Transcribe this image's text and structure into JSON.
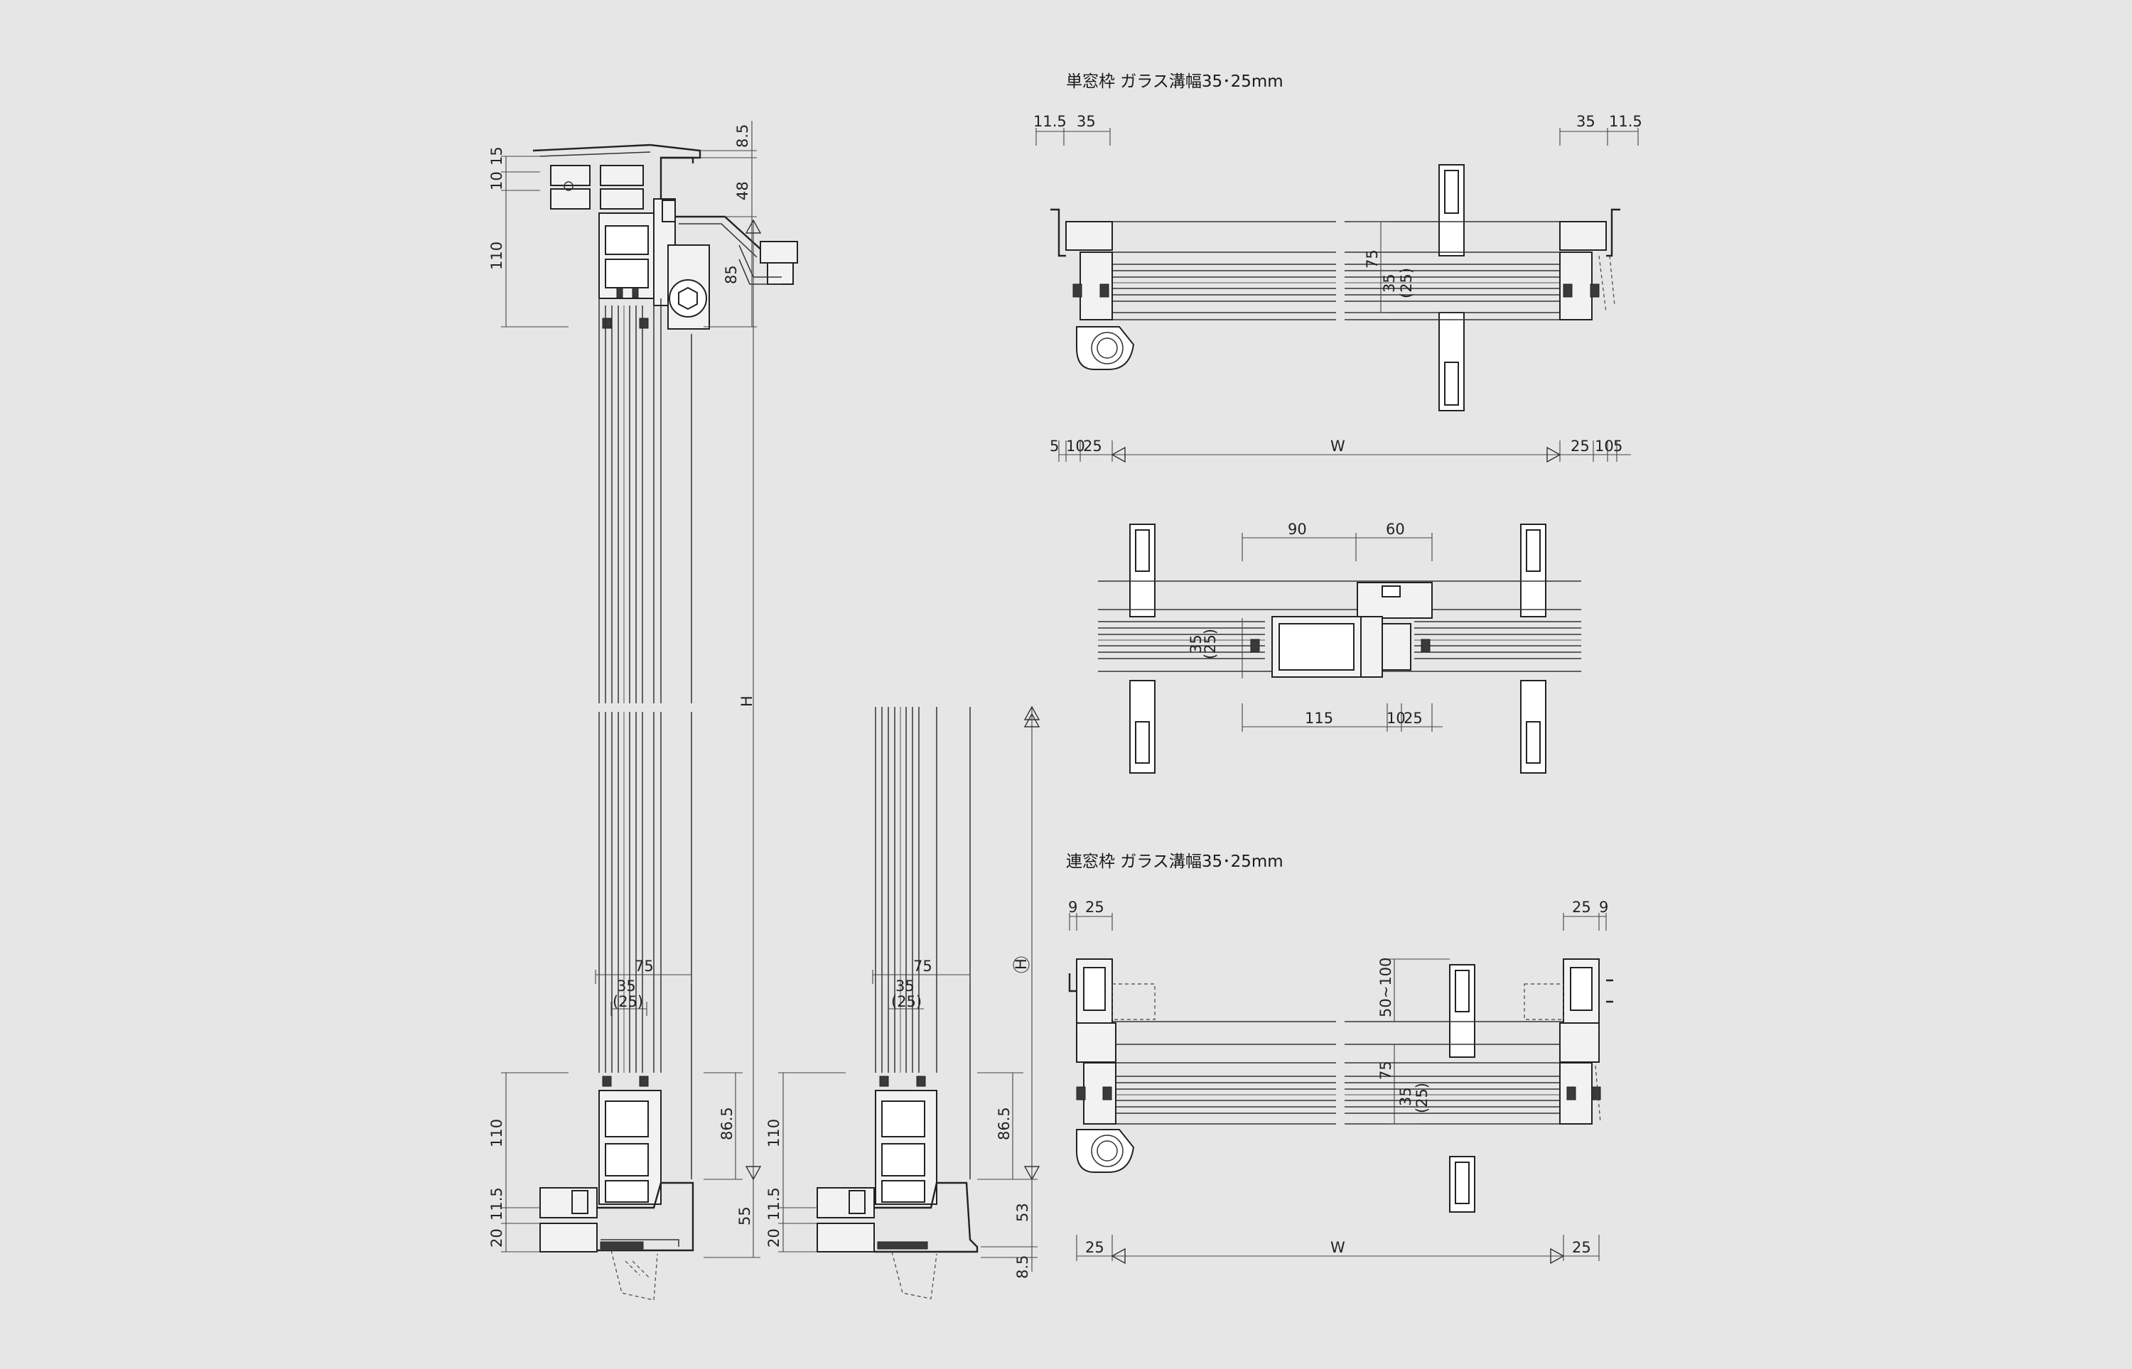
{
  "titles": {
    "single_frame": "単窓枠 ガラス溝幅35･25mm",
    "multi_frame": "連窓枠 ガラス溝幅35･25mm"
  },
  "section_left": {
    "top_8_5": "8.5",
    "top_10": "10",
    "top_15": "15",
    "top_48": "48",
    "top_110": "110",
    "top_85": "85",
    "mid_H": "H",
    "w75": "75",
    "w35": "35",
    "w25p": "(25)",
    "bot_110": "110",
    "bot_86_5": "86.5",
    "bot_11_5": "11.5",
    "bot_20": "20",
    "bot_55": "55"
  },
  "section_mid": {
    "w75": "75",
    "w35": "35",
    "w25p": "(25)",
    "hcircle": "H",
    "bot_110": "110",
    "bot_86_5": "86.5",
    "bot_11_5": "11.5",
    "bot_20": "20",
    "bot_53": "53",
    "bot_8_5": "8.5"
  },
  "plan_single": {
    "tl_11_5": "11.5",
    "tl_35": "35",
    "tr_35": "35",
    "tr_11_5": "11.5",
    "v75": "75",
    "v35": "35",
    "v25p": "(25)",
    "bl_5": "5",
    "bl_10": "10",
    "bl_25": "25",
    "W": "W",
    "br_25": "25",
    "br_10": "10",
    "br_5": "5"
  },
  "plan_mullion": {
    "t90": "90",
    "t60": "60",
    "v35": "35",
    "v25p": "(25)",
    "b115": "115",
    "b10": "10",
    "b25": "25"
  },
  "plan_multi": {
    "tl_9": "9",
    "tl_25": "25",
    "tr_25": "25",
    "tr_9": "9",
    "v50_100": "50~100",
    "v75": "75",
    "v35": "35",
    "v25p": "(25)",
    "bl_25": "25",
    "W": "W",
    "br_25": "25"
  },
  "icons": [
    "hex-bolt-icon",
    "roller-icon",
    "setting-block-icon"
  ]
}
